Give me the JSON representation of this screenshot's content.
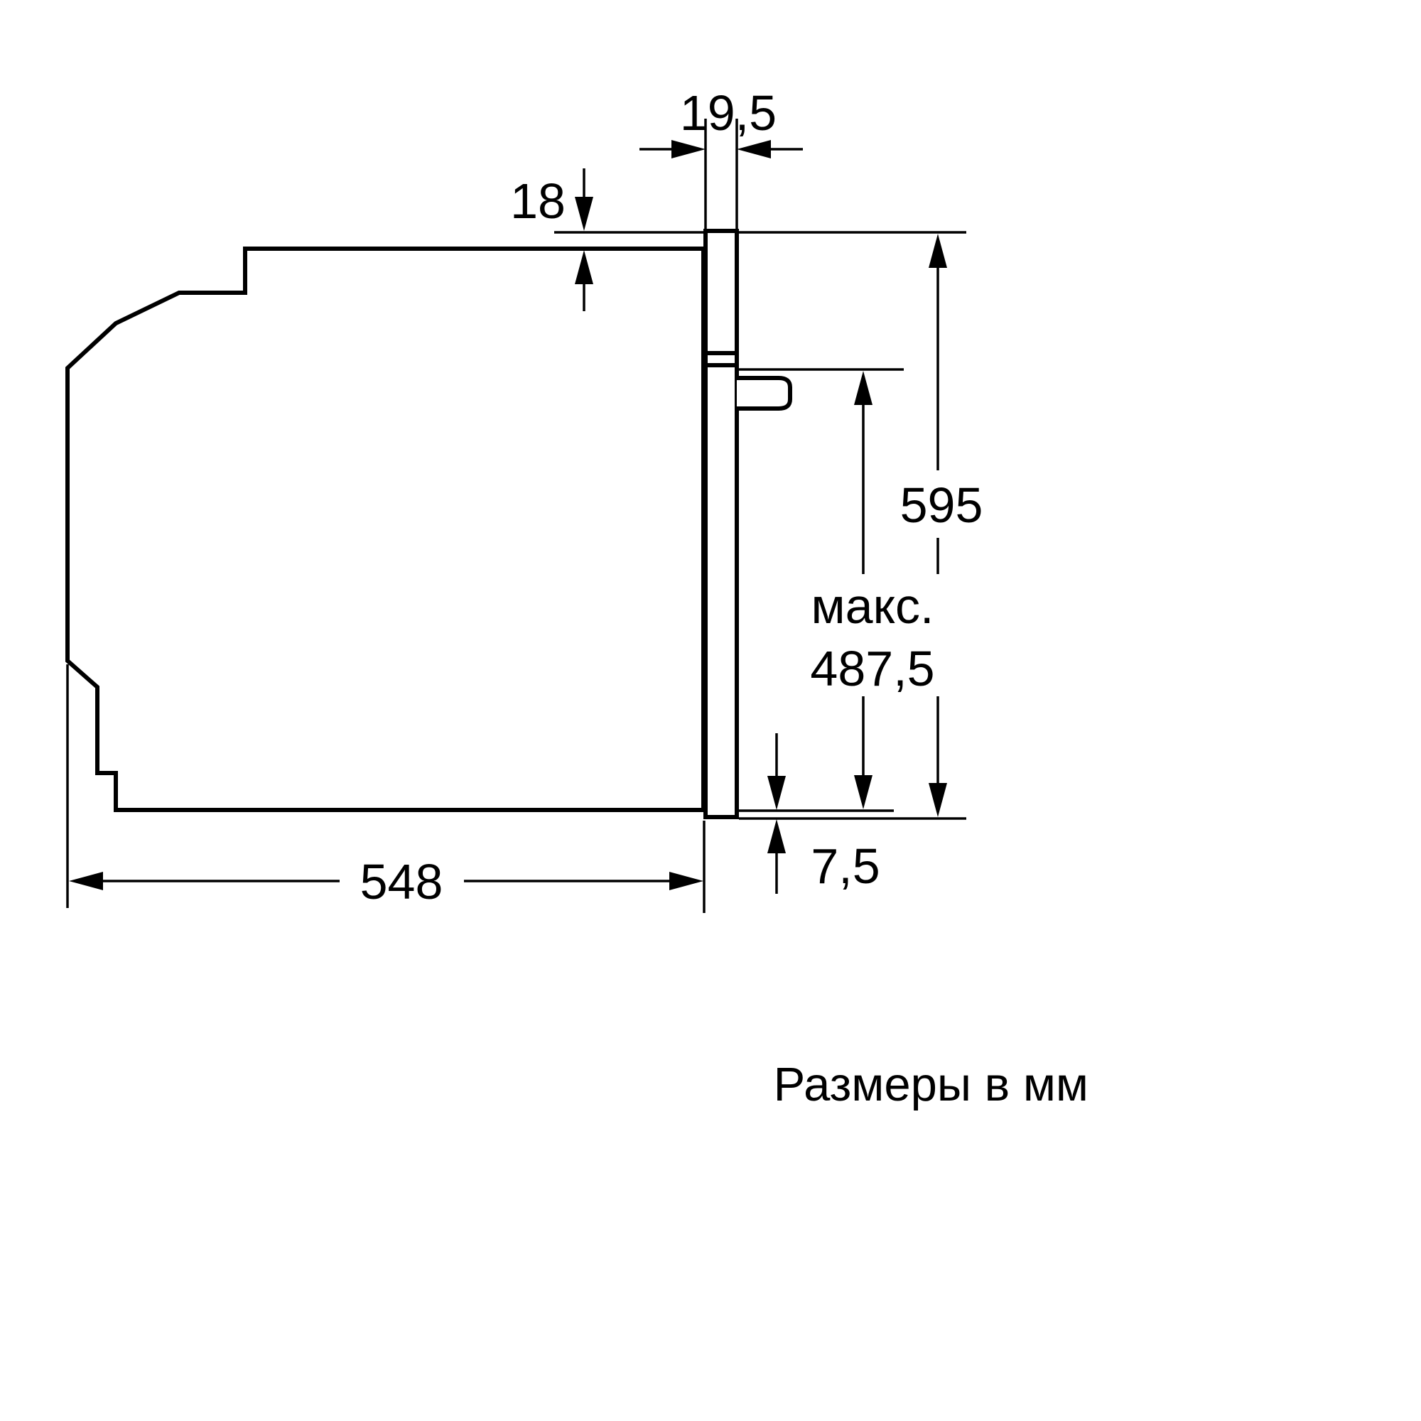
{
  "diagram": {
    "caption": "Размеры в мм",
    "dimensions": {
      "door_thickness": "19,5",
      "top_gap": "18",
      "total_height": "595",
      "max_prefix": "макс.",
      "max_value": "487,5",
      "bottom_overhang": "7,5",
      "body_depth": "548"
    },
    "colors": {
      "line": "#000000",
      "background": "#ffffff"
    }
  }
}
